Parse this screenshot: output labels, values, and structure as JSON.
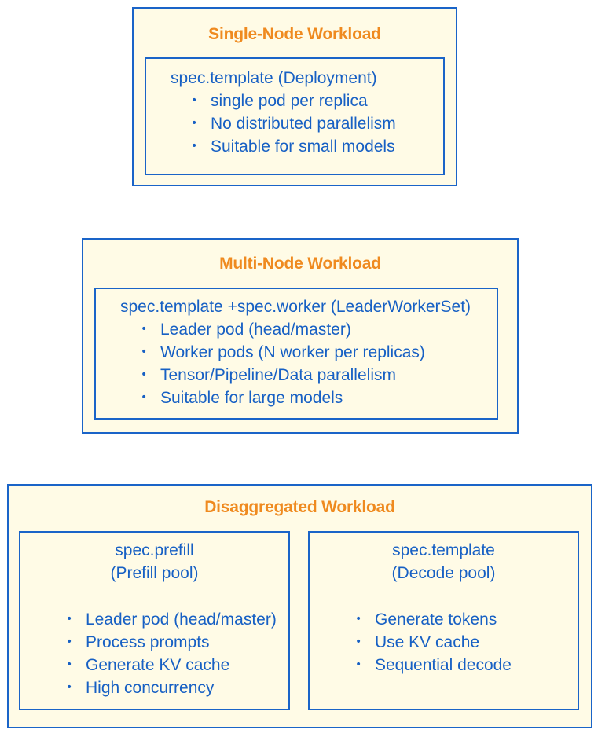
{
  "single_node": {
    "title": "Single-Node Workload",
    "header": "spec.template (Deployment)",
    "items": [
      "single pod per replica",
      "No distributed parallelism",
      "Suitable for small models"
    ]
  },
  "multi_node": {
    "title": "Multi-Node Workload",
    "header": "spec.template +spec.worker (LeaderWorkerSet)",
    "items": [
      "Leader pod (head/master)",
      "Worker pods (N worker per replicas)",
      "Tensor/Pipeline/Data parallelism",
      "Suitable for large models"
    ]
  },
  "disaggregated": {
    "title": "Disaggregated Workload",
    "prefill": {
      "header_line1": "spec.prefill",
      "header_line2": "(Prefill pool)",
      "items": [
        "Leader pod (head/master)",
        "Process prompts",
        "Generate KV cache",
        "High concurrency"
      ]
    },
    "decode": {
      "header_line1": "spec.template",
      "header_line2": "(Decode pool)",
      "items": [
        "Generate tokens",
        "Use KV cache",
        "Sequential decode"
      ]
    }
  },
  "bullet_char": "•",
  "colors": {
    "border": "#1a64c8",
    "text": "#1760c4",
    "title": "#ef8a1f",
    "fill": "#fffbe6"
  }
}
